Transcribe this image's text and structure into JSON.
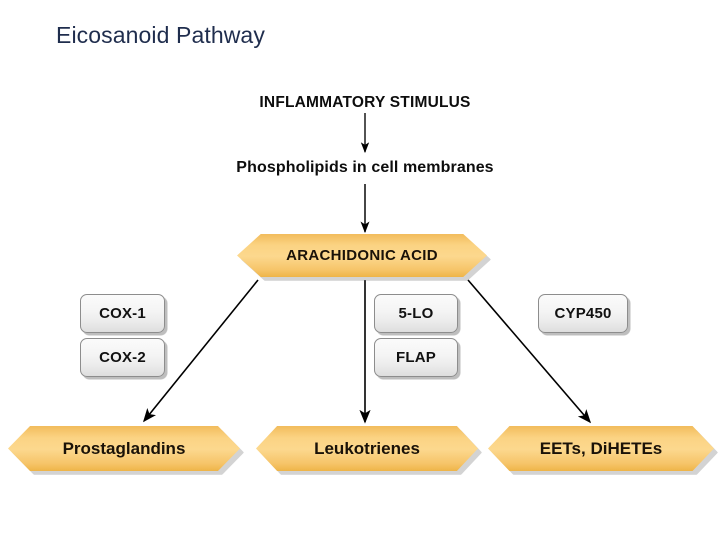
{
  "slide": {
    "title": "Eicosanoid Pathway",
    "background_color": "#ffffff",
    "title_color": "#1f2d4d"
  },
  "diagram": {
    "type": "flowchart",
    "accent_color": "#f7cb77",
    "box_color": "#f0f0f0",
    "arrow_color": "#000000",
    "text_nodes": [
      {
        "id": "inflammatory-stimulus",
        "label": "INFLAMMATORY STIMULUS"
      },
      {
        "id": "phospholipids",
        "label": "Phospholipids in cell membranes"
      }
    ],
    "hexagons": [
      {
        "id": "arachidonic-acid",
        "label": "ARACHIDONIC ACID"
      },
      {
        "id": "prostaglandins",
        "label": "Prostaglandins"
      },
      {
        "id": "leukotrienes",
        "label": "Leukotrienes"
      },
      {
        "id": "eets-dihetes",
        "label": "EETs, DiHETEs"
      }
    ],
    "enzyme_boxes": [
      {
        "id": "cox-1",
        "label": "COX-1"
      },
      {
        "id": "cox-2",
        "label": "COX-2"
      },
      {
        "id": "five-lo",
        "label": "5-LO"
      },
      {
        "id": "flap",
        "label": "FLAP"
      },
      {
        "id": "cyp450",
        "label": "CYP450"
      }
    ],
    "arrows": [
      {
        "id": "stimulus-to-phospholipids",
        "from": "inflammatory-stimulus",
        "to": "phospholipids"
      },
      {
        "id": "phospholipids-to-arachidonic",
        "from": "phospholipids",
        "to": "arachidonic-acid"
      },
      {
        "id": "arachidonic-to-prostaglandins",
        "from": "arachidonic-acid",
        "to": "prostaglandins"
      },
      {
        "id": "arachidonic-to-leukotrienes",
        "from": "arachidonic-acid",
        "to": "leukotrienes"
      },
      {
        "id": "arachidonic-to-eets",
        "from": "arachidonic-acid",
        "to": "eets-dihetes"
      }
    ]
  }
}
